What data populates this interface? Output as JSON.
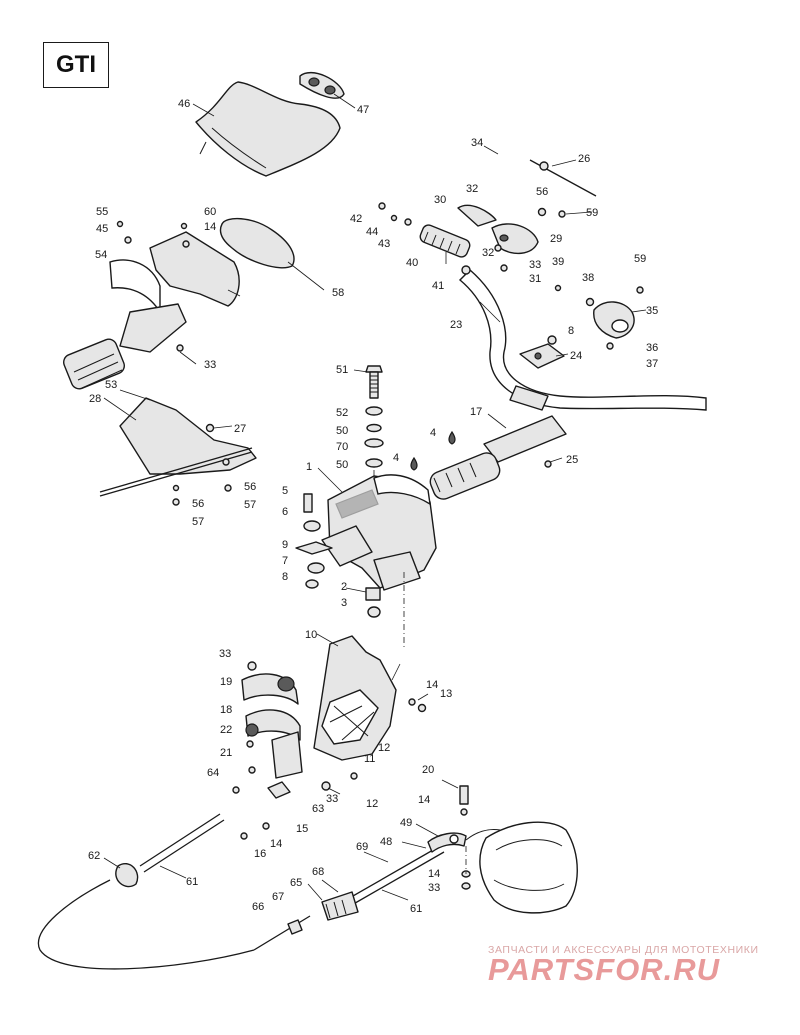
{
  "model_label": "GTI",
  "watermark": {
    "tagline": "ЗАПЧАСТИ И АКСЕССУАРЫ ДЛЯ МОТОТЕХНИКИ",
    "brand": "PARTSFOR.RU"
  },
  "callouts": {
    "c46": "46",
    "c47": "47",
    "c34": "34",
    "c26": "26",
    "c32a": "32",
    "c56a": "56",
    "c30": "30",
    "c59a": "59",
    "c55": "55",
    "c60": "60",
    "c45": "45",
    "c14a": "14",
    "c42": "42",
    "c44": "44",
    "c43": "43",
    "c32b": "32",
    "c29": "29",
    "c33a": "33",
    "c31": "31",
    "c54": "54",
    "c40": "40",
    "c39": "39",
    "c38": "38",
    "c59b": "59",
    "c58": "58",
    "c41": "41",
    "c35": "35",
    "c23": "23",
    "c8a": "8",
    "c33b": "33",
    "c36": "36",
    "c37": "37",
    "c24": "24",
    "c51": "51",
    "c53": "53",
    "c28": "28",
    "c52": "52",
    "c17": "17",
    "c27": "27",
    "c50a": "50",
    "c4a": "4",
    "c70": "70",
    "c4b": "4",
    "c50b": "50",
    "c25": "25",
    "c56b": "56",
    "c56c": "56",
    "c57a": "57",
    "c57b": "57",
    "c1": "1",
    "c5": "5",
    "c6": "6",
    "c9": "9",
    "c7": "7",
    "c8b": "8",
    "c2": "2",
    "c3": "3",
    "c10": "10",
    "c33c": "33",
    "c19": "19",
    "c14b": "14",
    "c13": "13",
    "c18": "18",
    "c22": "22",
    "c12a": "12",
    "c21": "21",
    "c11": "11",
    "c20": "20",
    "c64": "64",
    "c33d": "33",
    "c12b": "12",
    "c63": "63",
    "c14c": "14",
    "c15": "15",
    "c49": "49",
    "c14d": "14",
    "c16": "16",
    "c48": "48",
    "c62": "62",
    "c69": "69",
    "c61a": "61",
    "c14e": "14",
    "c68": "68",
    "c33e": "33",
    "c65": "65",
    "c61b": "61",
    "c67": "67",
    "c66": "66"
  }
}
